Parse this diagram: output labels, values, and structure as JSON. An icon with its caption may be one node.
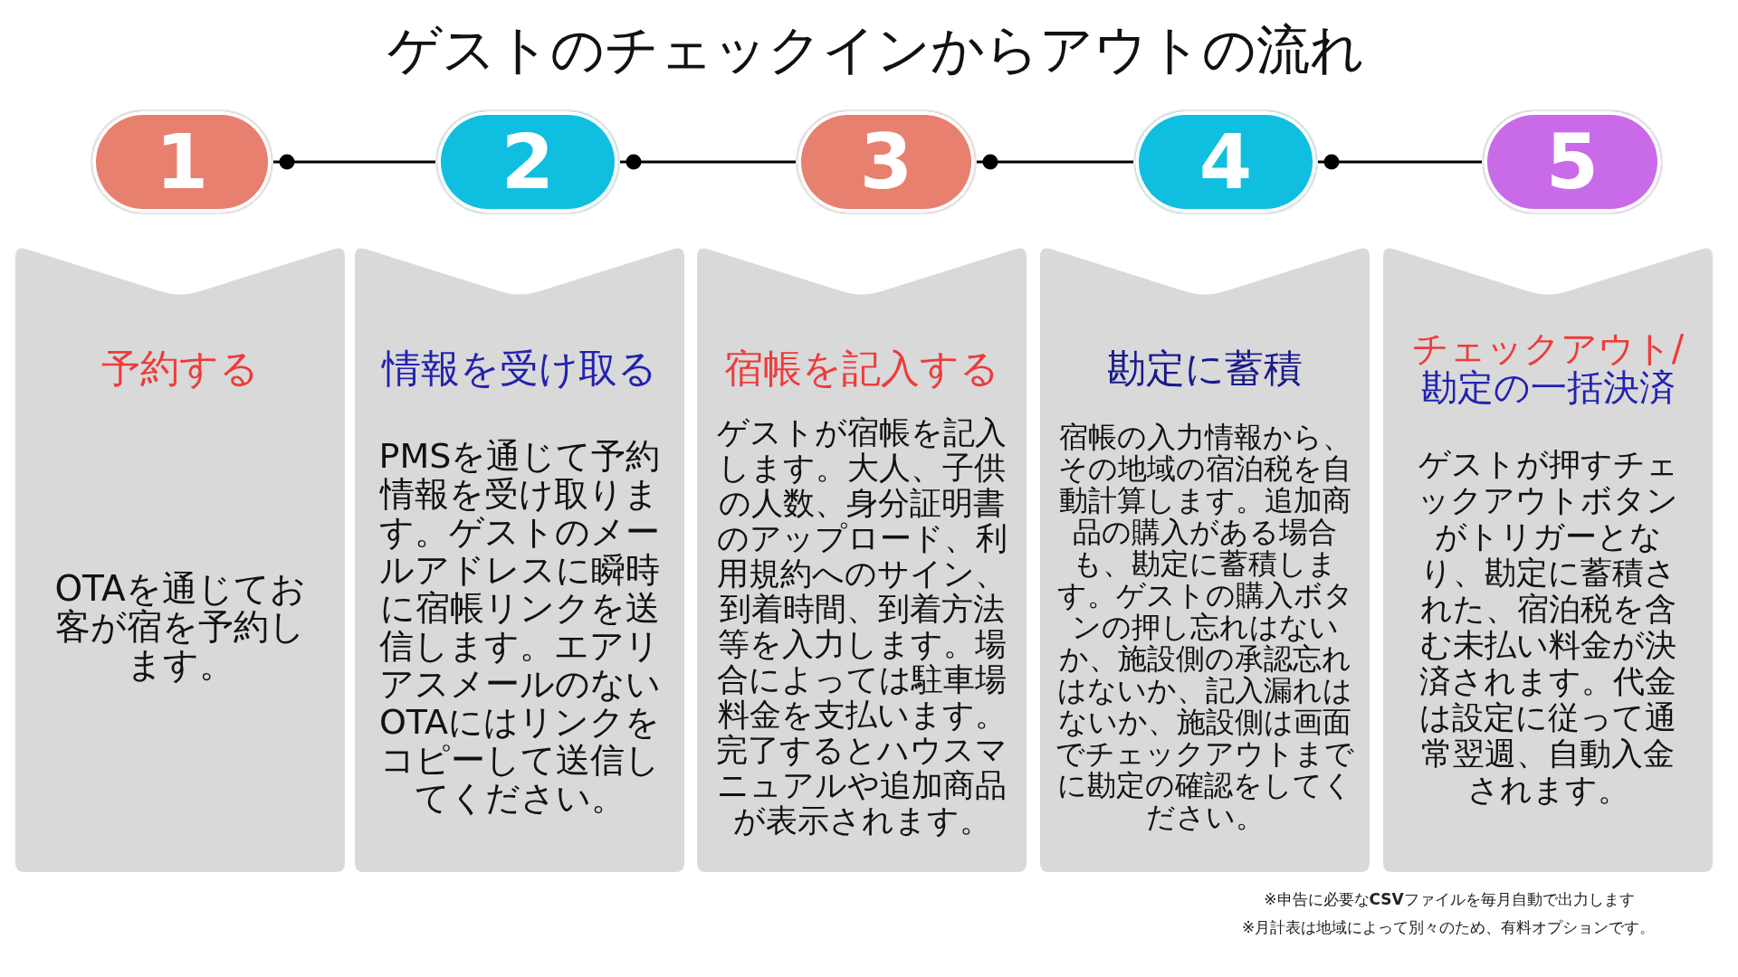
{
  "diagram": {
    "title": "ゲストのチェックインからアウトの流れ",
    "nodes": [
      {
        "text": [
          "1"
        ]
      },
      {
        "text": [
          "2"
        ]
      },
      {
        "text": [
          "3"
        ]
      },
      {
        "text": [
          "4"
        ]
      },
      {
        "text": [
          "5"
        ]
      },
      {
        "text": [
          "予約する",
          "OTAを通じてお客が宿を予約します。"
        ]
      },
      {
        "text": [
          "情報を受け取る",
          "PMSを通じて予約情報を受け取ります。ゲストのメールアドレスに瞬時に宿帳リンクを送信します。エアリアスメールのないOTAにはリンクをコピーして送信してください。"
        ]
      },
      {
        "text": [
          "宿帳を記入する",
          "ゲストが宿帳を記入します。大人、子供の人数、身分証明書のアップロード、利用規約へのサイン、到着時間、到着方法等を入力します。場合によっては駐車場料金を支払います。完了するとハウスマニュアルや追加商品が表示されます。"
        ]
      },
      {
        "text": [
          "勘定に蓄積",
          "宿帳の入力情報から、その地域の宿泊税を自動計算します。追加商品の購入がある場合も、勘定に蓄積します。ゲストの購入ボタンの押し忘れはないか、施設側の承認忘れはないか、記入漏れはないか、施設側は画面でチェックアウトまでに勘定の確認をしてください。"
        ]
      },
      {
        "text": [
          "チェックアウト/",
          "勘定の一括決済",
          "ゲストが押すチェックアウトボタンがトリガーとなり、勘定に蓄積された、宿泊税を含む未払い料金が決済されます。代金は設定に従って通常翌週、自動入金されます。"
        ]
      }
    ],
    "edges": [
      {
        "from": 0,
        "to": 1,
        "arrow": "other"
      },
      {
        "from": 1,
        "to": 2,
        "arrow": "other"
      },
      {
        "from": 2,
        "to": 3,
        "arrow": "other"
      },
      {
        "from": 3,
        "to": 4,
        "arrow": "other"
      }
    ],
    "labels": [
      "※申告に必要な**CSV**ファイルを毎月自動で出力します",
      "※月計表は地域によって別々のため、有料オプションです。"
    ]
  }
}
